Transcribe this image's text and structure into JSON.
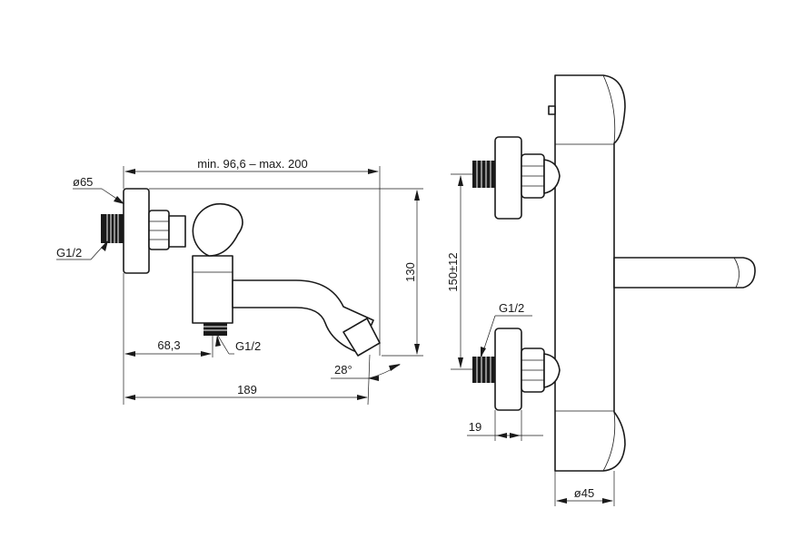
{
  "labels": {
    "dim_mount_range": "min. 96,6 – max. 200",
    "dim_flange_dia": "ø65",
    "dim_thread_left": "G1/2",
    "dim_height": "130",
    "dim_offset": "68,3",
    "dim_thread_bottom": "G1/2",
    "dim_angle": "28°",
    "dim_total_length": "189",
    "dim_centers": "150±12",
    "dim_thread_right": "G1/2",
    "dim_depth": "19",
    "dim_body_dia": "ø45"
  }
}
